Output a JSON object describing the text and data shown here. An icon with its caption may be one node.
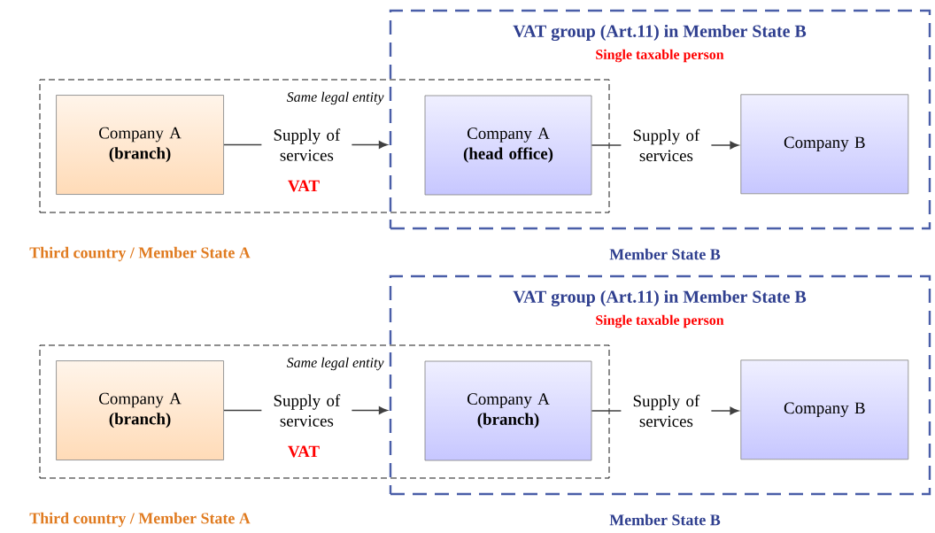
{
  "diagram": {
    "nodes": [
      {
        "text": [
          "VAT group (Art.11) in Member State B",
          "Single taxable person"
        ]
      },
      {
        "text": [
          "Same legal entity"
        ]
      },
      {
        "text": [
          "Company A **(branch)**"
        ],
        "in": 1
      },
      {
        "text": [
          "Company A **(head office)**"
        ]
      },
      {
        "text": [
          "Company B"
        ],
        "in": 0
      },
      {
        "text": [
          "VAT group (Art.11) in Member State B",
          "Single taxable person"
        ]
      },
      {
        "text": [
          "Same legal entity"
        ]
      },
      {
        "text": [
          "Company A **(branch)**"
        ],
        "in": 6
      },
      {
        "text": [
          "Company A **(branch)**"
        ]
      },
      {
        "text": [
          "Company B"
        ],
        "in": 5
      }
    ],
    "edges": [
      {
        "from": 2,
        "to": 0,
        "arrow": "to",
        "label": "Supply of services"
      },
      {
        "from": 3,
        "to": 4,
        "arrow": "to",
        "label": "Supply of services"
      },
      {
        "from": 7,
        "to": 5,
        "arrow": "to",
        "label": "Supply of services"
      },
      {
        "from": 8,
        "to": 9,
        "arrow": "to",
        "label": "Supply of services"
      }
    ],
    "labels": [
      "VAT",
      "Third country / Member State A",
      "Member State B",
      "VAT",
      "Third country / Member State A",
      "Member State B"
    ]
  }
}
